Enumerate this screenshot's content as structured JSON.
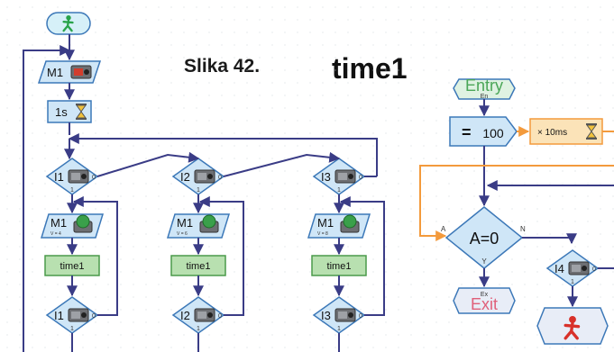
{
  "caption": "Slika 42.",
  "subtitle": "time1",
  "main": {
    "motor_label": "M1",
    "wait_label": "1s",
    "inputs": [
      {
        "label": "I1",
        "value0": "0",
        "value1": "1",
        "motor": "M1",
        "motor_sub": "V = 4",
        "sub": "time1"
      },
      {
        "label": "I2",
        "value0": "0",
        "value1": "1",
        "motor": "M1",
        "motor_sub": "V = 6",
        "sub": "time1"
      },
      {
        "label": "I3",
        "value0": "0",
        "value1": "1",
        "motor": "M1",
        "motor_sub": "V = 8",
        "sub": "time1"
      }
    ],
    "check_inputs": [
      {
        "label": "I1",
        "value0": "0",
        "value1": "1"
      },
      {
        "label": "I2",
        "value0": "0",
        "value1": "1"
      },
      {
        "label": "I3",
        "value0": "0",
        "value1": "1"
      }
    ]
  },
  "sub": {
    "entry": "Entry",
    "entry_sub": "En",
    "assign": "=",
    "assign_value": "100",
    "wait_label": "× 10ms",
    "compare": "A=0",
    "compare_port": "A",
    "compare_yes": "Y",
    "compare_no": "N",
    "exit": "Exit",
    "exit_sub": "Ex",
    "input_label": "I4",
    "input_value0": "0",
    "input_value1": "1"
  },
  "colors": {
    "line": "#3a3c86",
    "orange": "#f39a3c",
    "node_fill": "#cfe6f7",
    "node_stroke": "#3c78b8",
    "sub_fill": "#b8e0b0",
    "sub_stroke": "#4a9a4a",
    "start_fill": "#d6f0f8",
    "green_man": "#29a34a",
    "red_man": "#d8312a"
  }
}
